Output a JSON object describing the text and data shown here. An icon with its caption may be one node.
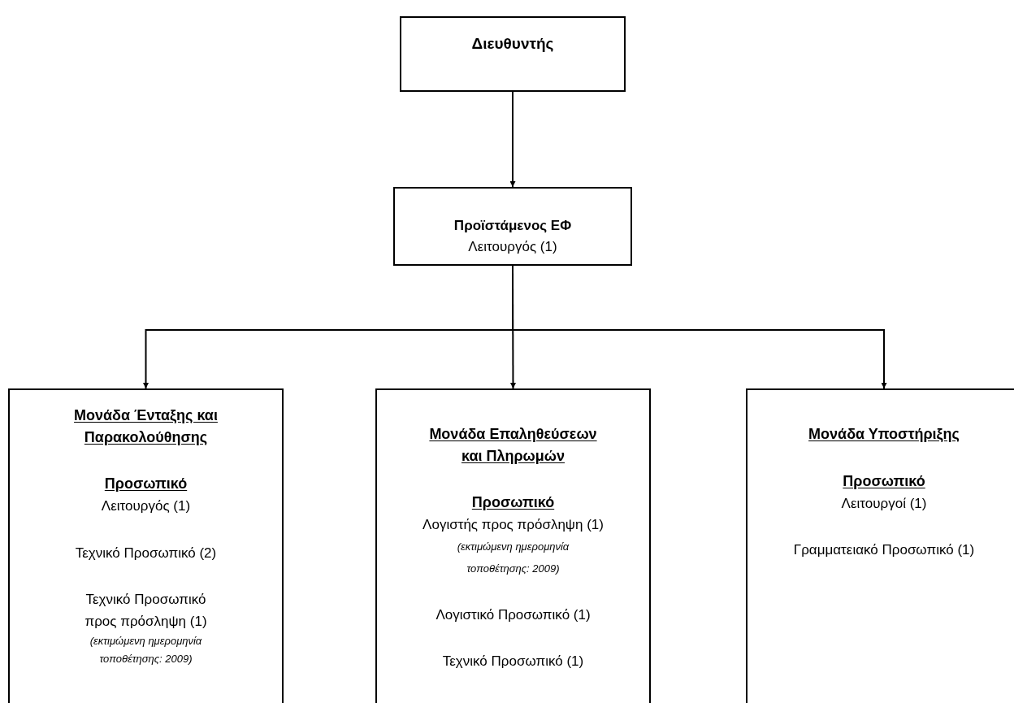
{
  "diagram": {
    "nodes": [
      {
        "text": [
          "Διευθυντής"
        ]
      },
      {
        "text": [
          "Προϊστάμενος ΕΦ",
          "Λειτουργός (1)"
        ]
      },
      {
        "text": [
          "Μονάδα Ένταξης και Παρακολούθησης",
          "Προσωπικό",
          "Λειτουργός (1)",
          "Τεχνικό Προσωπικό (2)",
          "Τεχνικό Προσωπικό προς πρόσληψη (1)",
          "(εκτιμώμενη ημερομηνία τοποθέτησης: 2009)"
        ]
      },
      {
        "text": [
          "Μονάδα Επαληθεύσεων και Πληρωμών",
          "Προσωπικό",
          "Λογιστής προς πρόσληψη (1)",
          "(εκτιμώμενη ημερομηνία τοποθέτησης: 2009)",
          "Λογιστικό Προσωπικό (1)",
          "Τεχνικό Προσωπικό (1)"
        ]
      },
      {
        "text": [
          "Μονάδα Υποστήριξης",
          "Προσωπικό",
          "Λειτουργοί (1)",
          "Γραμματειακό Προσωπικό (1)"
        ]
      }
    ],
    "edges": [
      {
        "from": 0,
        "to": 1,
        "arrow": "to"
      },
      {
        "from": 1,
        "to": 2,
        "arrow": "to"
      },
      {
        "from": 1,
        "to": 3,
        "arrow": "to"
      },
      {
        "from": 1,
        "to": 4,
        "arrow": "to"
      }
    ]
  }
}
